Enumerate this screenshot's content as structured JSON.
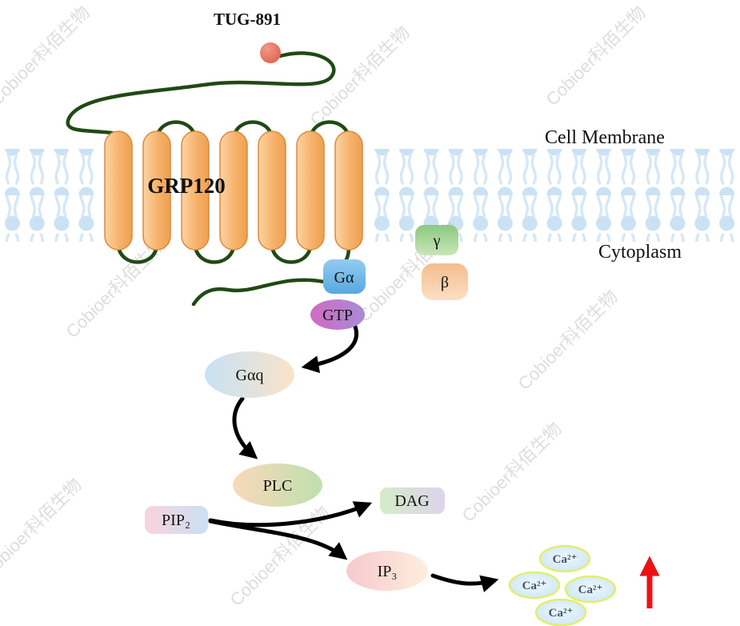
{
  "watermark": "Cobioer科佰生物",
  "ligand": {
    "label": "TUG-891"
  },
  "membrane": {
    "label": "Cell Membrane",
    "cytoplasm": "Cytoplasm"
  },
  "receptor": {
    "label": "GRP120"
  },
  "g_protein": {
    "g_alpha": "Gα",
    "gamma": "γ",
    "beta": "β",
    "gtp": "GTP",
    "g_alpha_q": "Gαq"
  },
  "pathway": {
    "plc": "PLC",
    "pip2": "PIP₂",
    "dag": "DAG",
    "ip3": "IP₃"
  },
  "calcium": {
    "ions": [
      "Ca²⁺",
      "Ca²⁺",
      "Ca²⁺",
      "Ca²⁺"
    ]
  },
  "colors": {
    "helix_orange": "#f6b26b",
    "loop_green": "#1f4a14",
    "membrane_blue": "#cde3f4",
    "ligand_red": "#e7604d",
    "arrow_black": "#000000",
    "up_arrow_red": "#ee1111"
  }
}
